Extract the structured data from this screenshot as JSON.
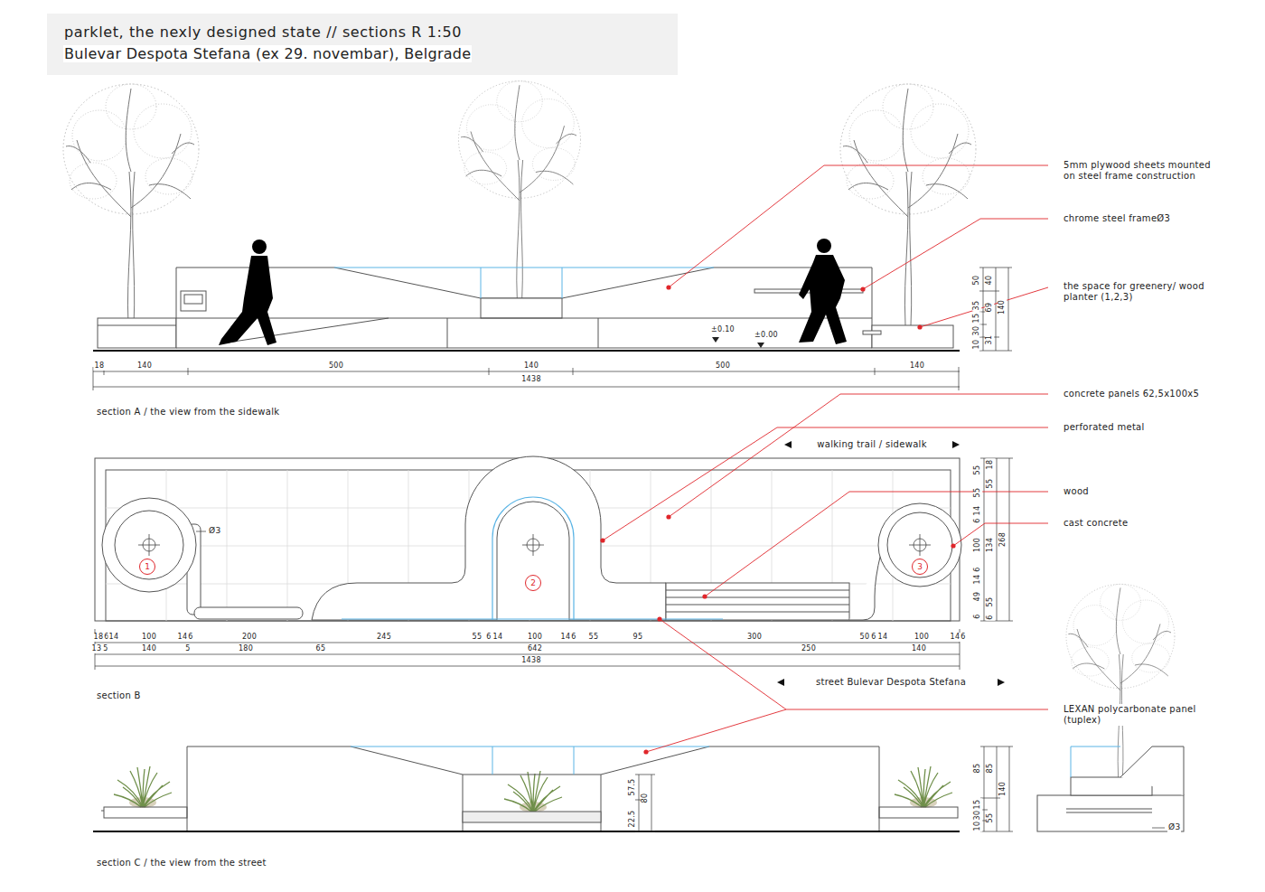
{
  "diagram": {
    "title": "parklet, the nexly designed state // sections R 1:50",
    "nodes": [
      {
        "text": [
          "1"
        ]
      },
      {
        "text": [
          "2"
        ]
      },
      {
        "text": [
          "3"
        ]
      }
    ],
    "labels": [
      "Bulevar Despota Stefana (ex 29. novembar), Belgrade",
      "5mm plywood sheets mounted on steel frame construction",
      "chrome steel frameØ3",
      "the space for greenery/ wood planter (1,2,3)",
      "concrete panels 62,5x100x5",
      "perforated metal",
      "wood",
      "cast concrete",
      "LEXAN polycarbonate panel (tuplex)",
      "section A / the view from the sidewalk",
      "section B",
      "section C / the view from the street",
      "walking trail / sidewalk",
      "street Bulevar Despota Stefana",
      "±0.10",
      "±0.00",
      "18",
      "140",
      "500",
      "140",
      "500",
      "140",
      "1438",
      "50",
      "35",
      "15",
      "30",
      "10",
      "40",
      "69",
      "31",
      "140",
      "18",
      "6",
      "14",
      "100",
      "14",
      "6",
      "200",
      "245",
      "55",
      "6",
      "14",
      "100",
      "14",
      "6",
      "55",
      "95",
      "300",
      "50",
      "6",
      "14",
      "100",
      "14",
      "6",
      "13",
      "5",
      "140",
      "5",
      "180",
      "65",
      "642",
      "250",
      "140",
      "1438",
      "55",
      "55",
      "14",
      "6",
      "100",
      "6",
      "14",
      "49",
      "6",
      "18",
      "55",
      "134",
      "55",
      "6",
      "268",
      "Ø3",
      "Ø3",
      "57.5",
      "80",
      "22.5",
      "85",
      "15",
      "30",
      "10",
      "85",
      "55",
      "140"
    ]
  }
}
